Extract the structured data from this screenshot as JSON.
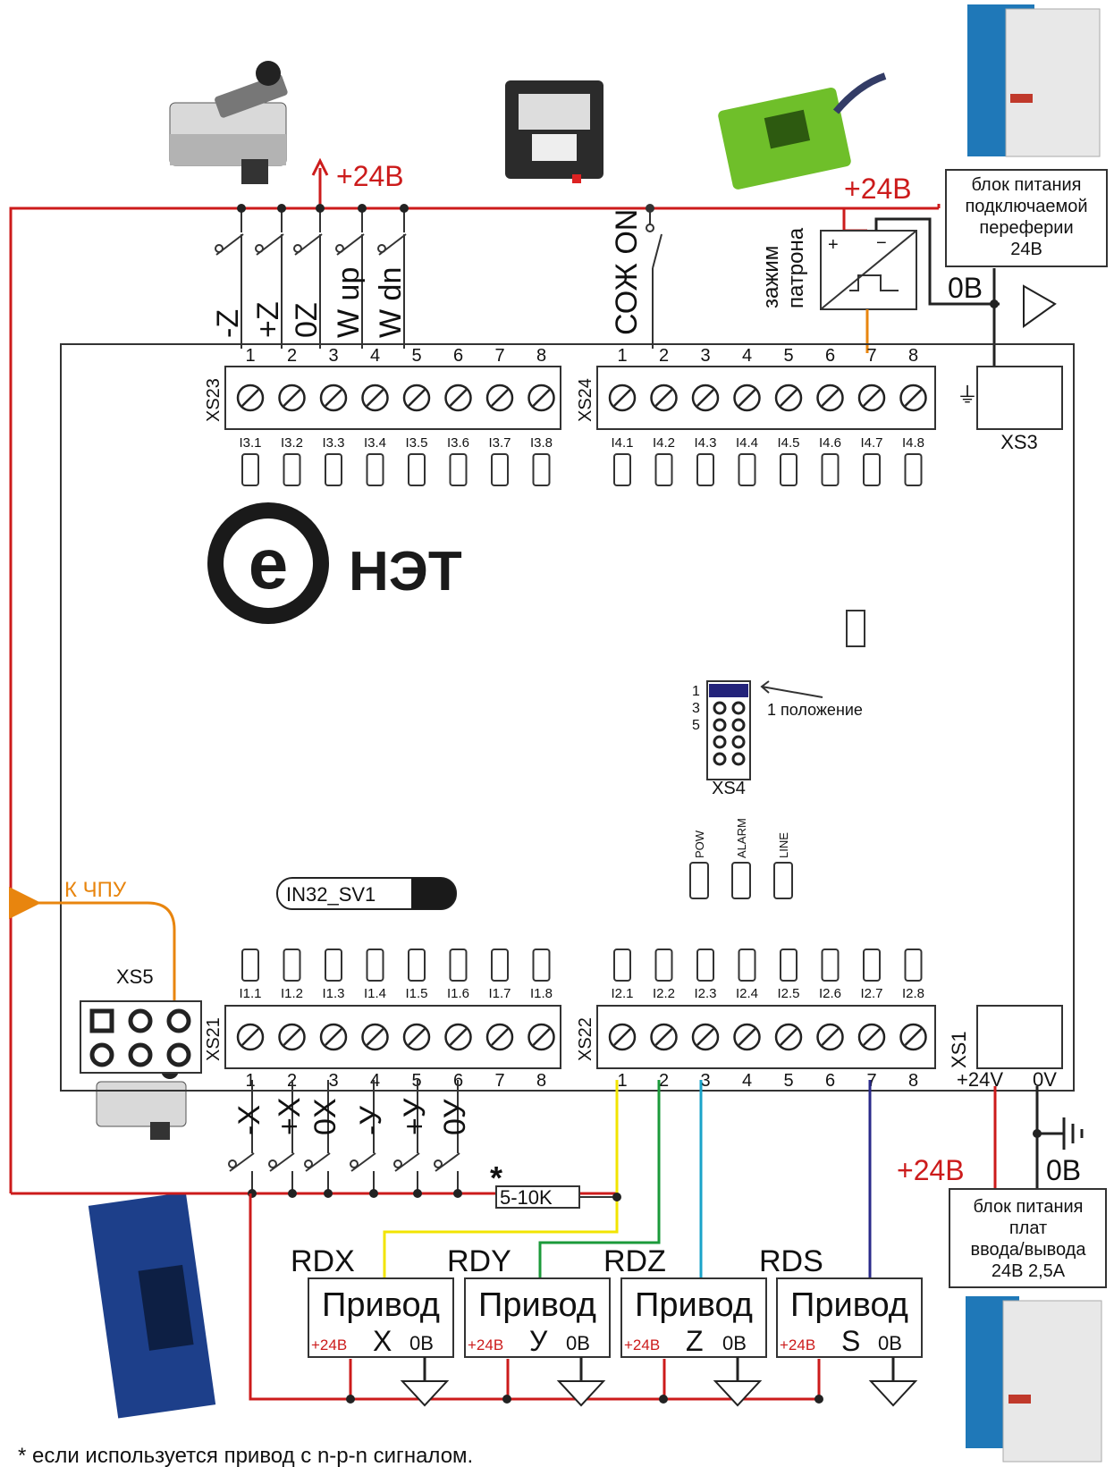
{
  "top": {
    "supply_label": "+24В",
    "supply_label_right": "+24В",
    "zero_label_right": "0В",
    "psu_peripheral": [
      "блок питания",
      "подключаемой",
      "переферии",
      "24В"
    ],
    "chuck_clamp": [
      "зажим",
      "патрона"
    ],
    "coolant_label": "СОЖ ON",
    "switch_labels": [
      "-Z",
      "+Z",
      "0Z",
      "W up",
      "W dn"
    ]
  },
  "xs23": {
    "name": "XS23",
    "pins": [
      "1",
      "2",
      "3",
      "4",
      "5",
      "6",
      "7",
      "8"
    ],
    "inputs": [
      "I3.1",
      "I3.2",
      "I3.3",
      "I3.4",
      "I3.5",
      "I3.6",
      "I3.7",
      "I3.8"
    ]
  },
  "xs24": {
    "name": "XS24",
    "pins": [
      "1",
      "2",
      "3",
      "4",
      "5",
      "6",
      "7",
      "8"
    ],
    "inputs": [
      "I4.1",
      "I4.2",
      "I4.3",
      "I4.4",
      "I4.5",
      "I4.6",
      "I4.7",
      "I4.8"
    ]
  },
  "xs3": {
    "name": "XS3"
  },
  "logo": {
    "text": "НЭТ"
  },
  "xs4": {
    "name": "XS4",
    "rows": [
      "1",
      "3",
      "5"
    ],
    "note": "1 положение"
  },
  "leds": [
    "POW",
    "ALARM",
    "LINE"
  ],
  "board_name": "IN32_SV1",
  "cnc": {
    "label": "К ЧПУ"
  },
  "xs5": {
    "name": "XS5"
  },
  "xs21": {
    "name": "XS21",
    "pins": [
      "1",
      "2",
      "3",
      "4",
      "5",
      "6",
      "7",
      "8"
    ],
    "inputs": [
      "I1.1",
      "I1.2",
      "I1.3",
      "I1.4",
      "I1.5",
      "I1.6",
      "I1.7",
      "I1.8"
    ]
  },
  "xs22": {
    "name": "XS22",
    "pins": [
      "1",
      "2",
      "3",
      "4",
      "5",
      "6",
      "7",
      "8"
    ],
    "inputs": [
      "I2.1",
      "I2.2",
      "I2.3",
      "I2.4",
      "I2.5",
      "I2.6",
      "I2.7",
      "I2.8"
    ]
  },
  "xs1": {
    "name": "XS1",
    "pin1": "+24V",
    "pin2": "0V"
  },
  "bottom": {
    "switch_labels": [
      "-X",
      "+X",
      "0X",
      "-У",
      "+У",
      "0У"
    ],
    "asterisk": "*",
    "resistor": "5-10K",
    "supply_label": "+24В",
    "zero_label": "0В",
    "psu_io": [
      "блок питания",
      "плат",
      "ввода/вывода",
      "24В 2,5А"
    ]
  },
  "drives": [
    {
      "signal": "RDX",
      "title": "Привод",
      "axis": "X",
      "plus": "+24В",
      "zero": "0В",
      "color": "#f2e400"
    },
    {
      "signal": "RDY",
      "title": "Привод",
      "axis": "У",
      "plus": "+24В",
      "zero": "0В",
      "color": "#1b9a3a"
    },
    {
      "signal": "RDZ",
      "title": "Привод",
      "axis": "Z",
      "plus": "+24В",
      "zero": "0В",
      "color": "#1aa3c9"
    },
    {
      "signal": "RDS",
      "title": "Привод",
      "axis": "S",
      "plus": "+24В",
      "zero": "0В",
      "color": "#2a2a8a"
    }
  ],
  "footnote": "* если используется привод с n-p-n сигналом.",
  "colors": {
    "wire": "#cc1b1b",
    "accent": "#e8850e",
    "text_red": "#cc1b1b"
  }
}
